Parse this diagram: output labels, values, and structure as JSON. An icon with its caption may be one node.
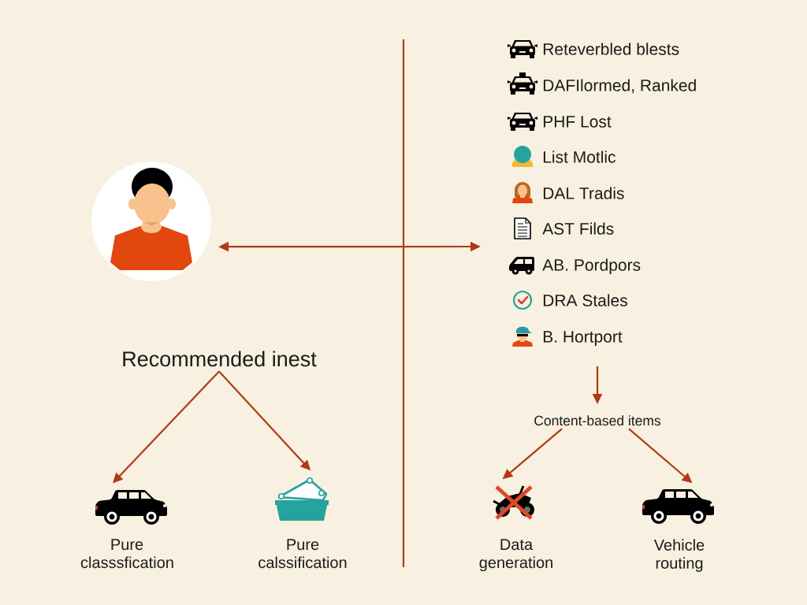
{
  "diagram": {
    "nodes": [
      {
        "text": [],
        "shape": "person"
      },
      {
        "text": [
          "Recommended inest"
        ]
      },
      {
        "text": [
          "Content-based items"
        ]
      },
      {
        "text": [],
        "shape": "picture",
        "beside": [
          "Pure classsfication"
        ]
      },
      {
        "text": [],
        "shape": "picture",
        "beside": [
          "Pure calssification"
        ]
      },
      {
        "text": [],
        "shape": "picture",
        "beside": [
          "Data generation"
        ]
      },
      {
        "text": [],
        "shape": "picture",
        "beside": [
          "Vehicle routing"
        ]
      }
    ],
    "edges": [
      {
        "from": 0,
        "to": null,
        "arrow": "both"
      },
      {
        "from": null,
        "to": 2,
        "arrow": "to"
      },
      {
        "from": 1,
        "to": 3,
        "arrow": "to"
      },
      {
        "from": 1,
        "to": 4,
        "arrow": "to"
      },
      {
        "from": 2,
        "to": 5,
        "arrow": "to"
      },
      {
        "from": 2,
        "to": 6,
        "arrow": "to"
      }
    ],
    "labels": [
      "Reteverbled blests",
      "DAFIlormed, Ranked",
      "PHF Lost",
      "List Motlic",
      "DAL Tradis",
      "AST Filds",
      "AB. Pordpors",
      "DRA Stales",
      "B. Hortport"
    ]
  }
}
